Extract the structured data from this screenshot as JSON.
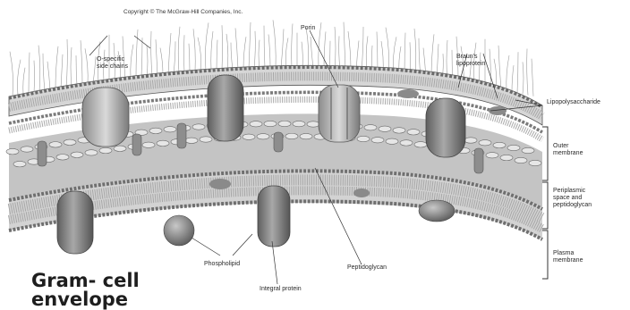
{
  "copyright": "Copyright © The McGraw-Hill Companies, Inc.",
  "title_line1": "Gram- cell",
  "title_line2": "envelope",
  "labels": {
    "o_chains": "O-specific\nside chains",
    "porin": "Porin",
    "braun": "Braun's\nlipoprotein",
    "lps": "Lipopolysaccharide",
    "outer": "Outer\nmembrane",
    "periplasmic": "Periplasmic\nspace and\npeptidoglycan",
    "plasma": "Plasma\nmembrane",
    "phospholipid": "Phospholipid",
    "peptidoglycan": "Peptidoglycan",
    "integral": "Integral protein"
  },
  "colors": {
    "membrane": "#cfcfcf",
    "headgroup": "#9a9a9a",
    "protein": "#7d7d7d",
    "peptidoglycan": "#e4e4e4",
    "periplasm": "#bdbdbd"
  }
}
